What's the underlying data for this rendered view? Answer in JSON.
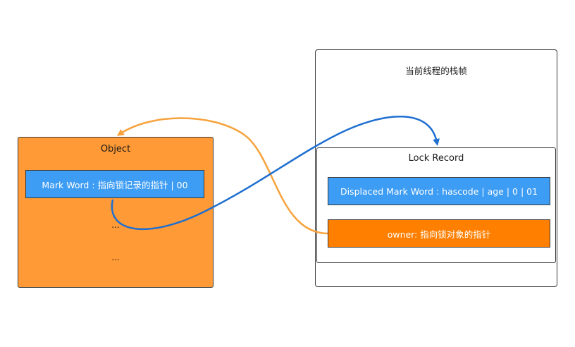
{
  "object": {
    "title": "Object",
    "mark_word": "Mark Word : 指向锁记录的指针 | 00",
    "ellipsis_1": "...",
    "ellipsis_2": "..."
  },
  "stack_frame": {
    "title": "当前线程的栈帧",
    "lock_record": {
      "title": "Lock Record",
      "displaced": "Displaced Mark Word  : hascode | age | 0 | 01",
      "owner": "owner: 指向锁对象的指针"
    }
  },
  "colors": {
    "object_fill": "#ff9a36",
    "field_blue": "#3d9cf3",
    "owner_orange": "#ff7f00",
    "arrow_blue": "#1f6fd0",
    "arrow_orange": "#f7a23c"
  },
  "connectors": [
    {
      "name": "mark-word-to-lock-record-arrow",
      "from": "mark-word",
      "to": "lock-record",
      "color": "blue"
    },
    {
      "name": "owner-to-object-arrow",
      "from": "owner",
      "to": "object",
      "color": "orange"
    }
  ]
}
